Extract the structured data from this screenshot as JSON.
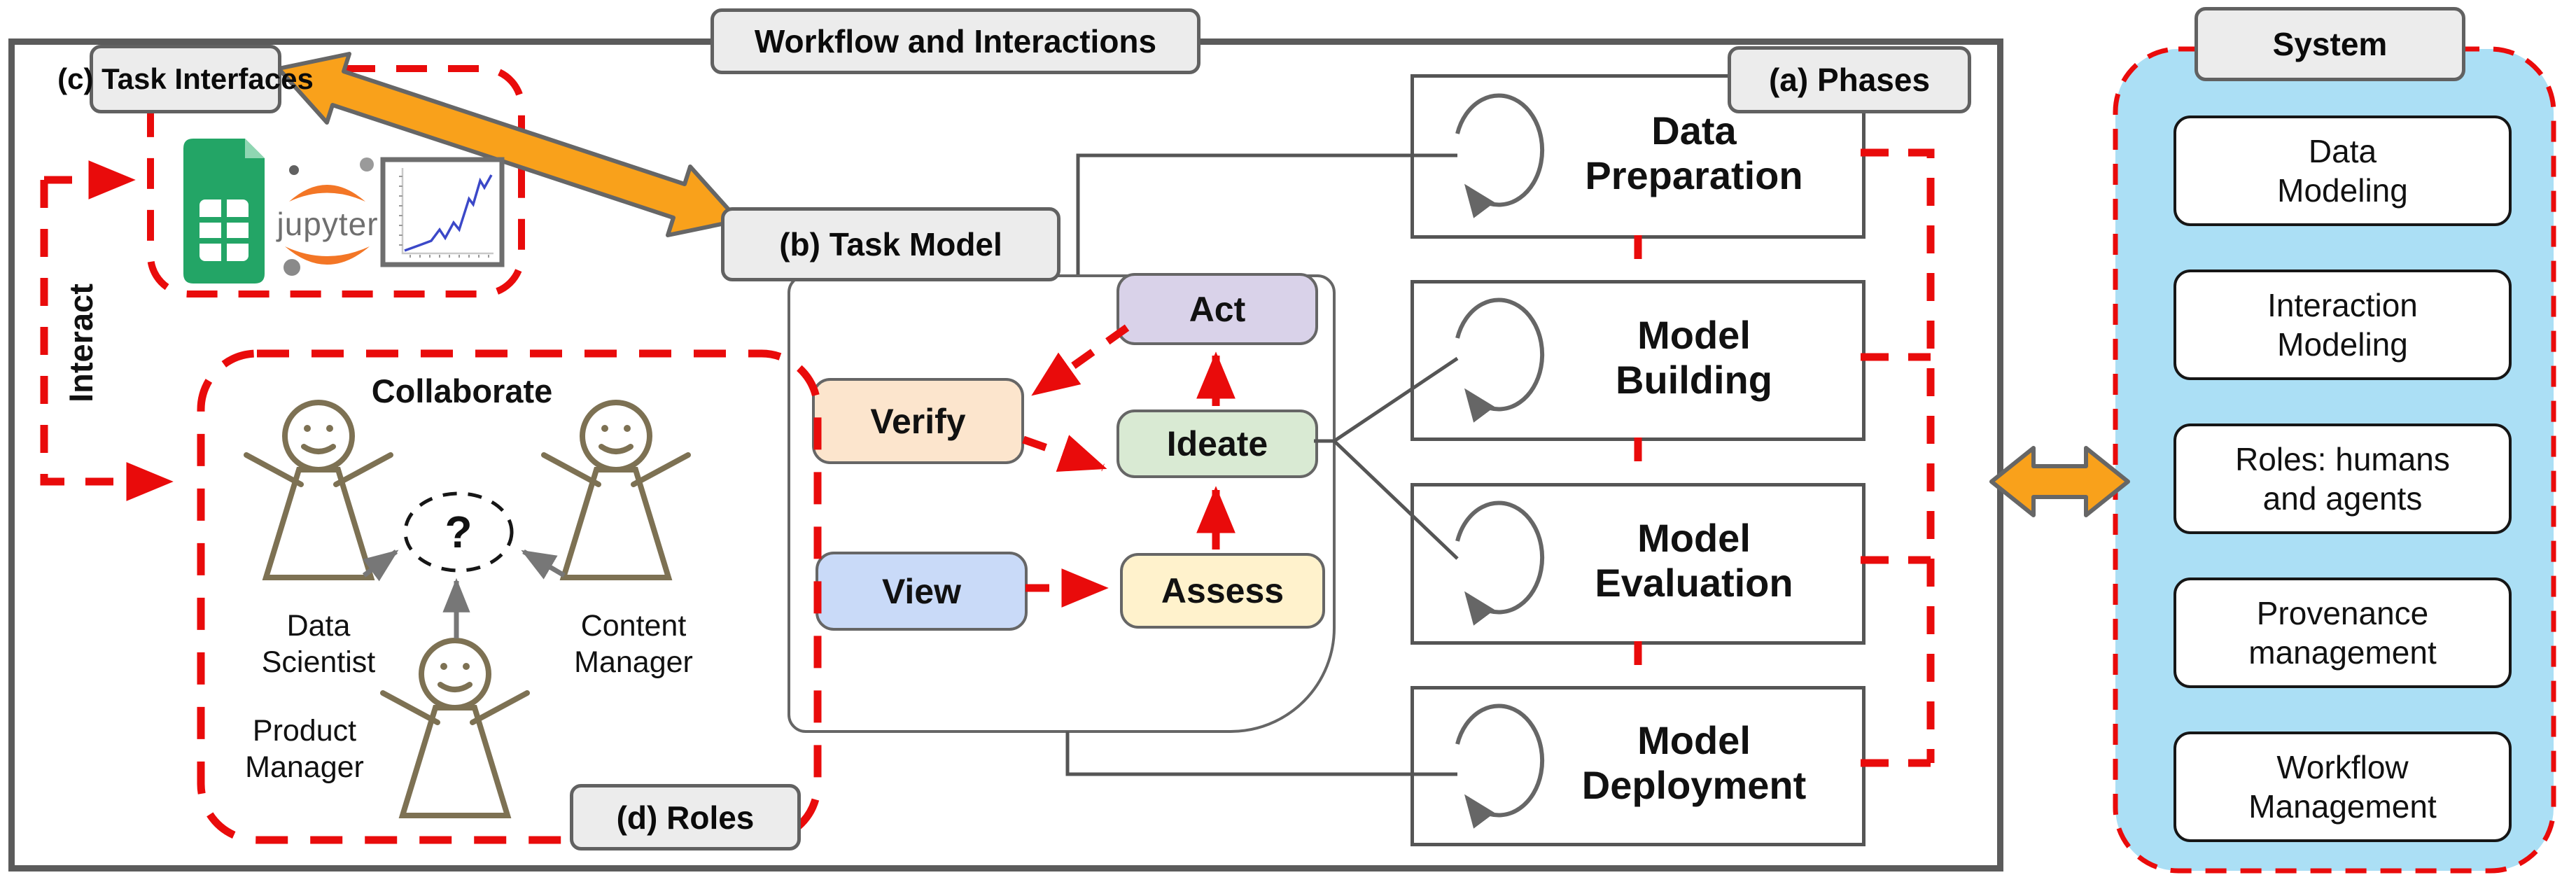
{
  "title": "Workflow and Interactions",
  "labels": {
    "phases": "(a) Phases",
    "task_model": "(b) Task Model",
    "task_interfaces": "(c) Task Interfaces",
    "roles": "(d) Roles",
    "system": "System",
    "interact": "Interact",
    "collaborate": "Collaborate",
    "question": "?"
  },
  "phases": [
    {
      "line1": "Data",
      "line2": "Preparation"
    },
    {
      "line1": "Model",
      "line2": "Building"
    },
    {
      "line1": "Model",
      "line2": "Evaluation"
    },
    {
      "line1": "Model",
      "line2": "Deployment"
    }
  ],
  "tasks": {
    "act": "Act",
    "verify": "Verify",
    "ideate": "Ideate",
    "view": "View",
    "assess": "Assess"
  },
  "roles": [
    {
      "line1": "Data",
      "line2": "Scientist"
    },
    {
      "line1": "Content",
      "line2": "Manager"
    },
    {
      "line1": "Product",
      "line2": "Manager"
    }
  ],
  "system_modules": [
    {
      "line1": "Data",
      "line2": "Modeling"
    },
    {
      "line1": "Interaction",
      "line2": "Modeling"
    },
    {
      "line1": "Roles: humans",
      "line2": "and agents"
    },
    {
      "line1": "Provenance",
      "line2": "management"
    },
    {
      "line1": "Workflow",
      "line2": "Management"
    }
  ],
  "task_interfaces": {
    "jupyter_wordmark": "jupyter"
  },
  "icons": {
    "sheets": "google-sheets-icon",
    "jupyter": "jupyter-logo-icon",
    "chart": "line-chart-icon",
    "loop": "iteration-loop-icon"
  },
  "colors": {
    "red": "#e90b0b",
    "orange": "#f9a11b",
    "system_panel_blue": "#abdff5",
    "label_gray": "#ececec",
    "act_purple": "#d9d2e9",
    "verify_peach": "#fce5cd",
    "ideate_green": "#d9ead3",
    "view_blue": "#c9daf8",
    "assess_yellow": "#fff2cc",
    "figure_brown": "#7d7153",
    "sheets_green": "#23a566",
    "jupyter_orange": "#f37626",
    "chart_line_blue": "#3b48c8",
    "border_gray": "#555555"
  }
}
